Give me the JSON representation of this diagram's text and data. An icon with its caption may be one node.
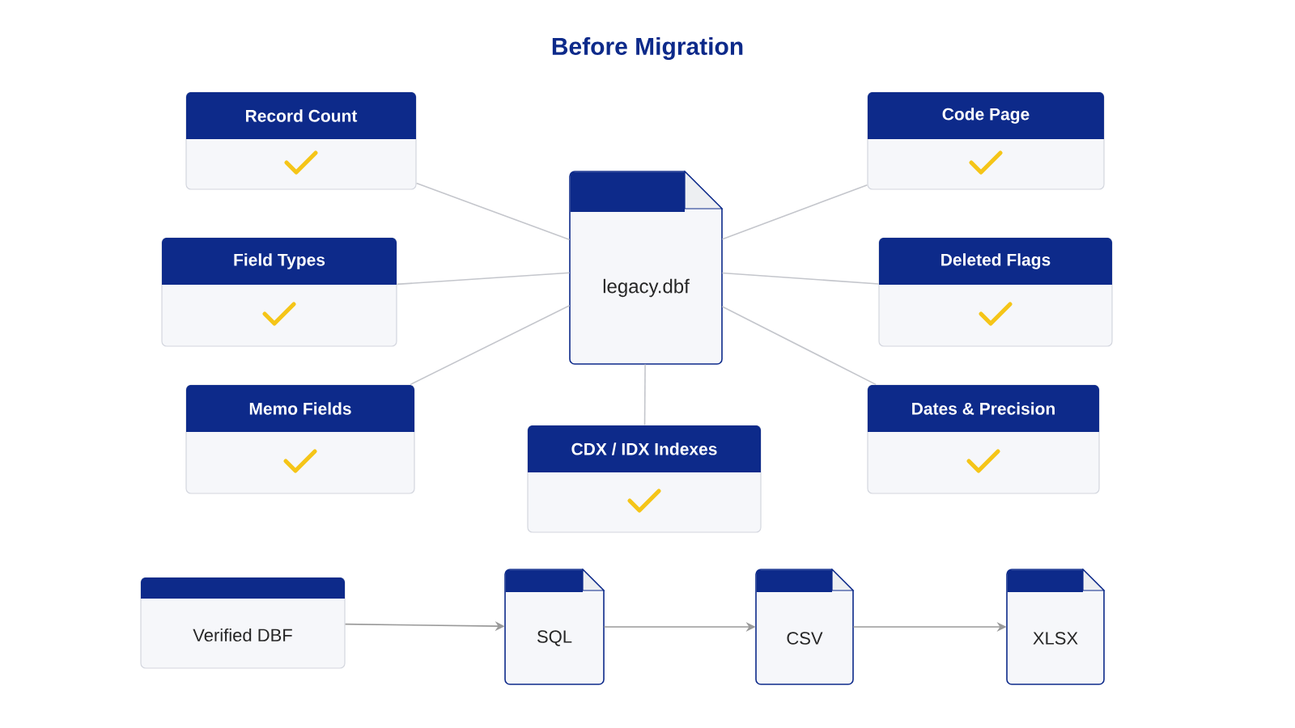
{
  "diagram": {
    "title": "Before Migration",
    "nodes": [
      {
        "text": [
          "legacy.dbf"
        ]
      },
      {
        "text": [
          "Record Count"
        ]
      },
      {
        "text": [
          "Code Page"
        ]
      },
      {
        "text": [
          "Field Types"
        ]
      },
      {
        "text": [
          "Deleted Flags"
        ]
      },
      {
        "text": [
          "Memo Fields"
        ]
      },
      {
        "text": [
          "Dates & Precision"
        ]
      },
      {
        "text": [
          "CDX / IDX Indexes"
        ]
      },
      {
        "text": [
          "Verified DBF"
        ]
      },
      {
        "text": [
          "SQL"
        ]
      },
      {
        "text": [
          "CSV"
        ]
      },
      {
        "text": [
          "XLSX"
        ]
      }
    ],
    "edges": [
      {
        "from": 1,
        "to": 0,
        "arrow": "none"
      },
      {
        "from": 2,
        "to": 0,
        "arrow": "none"
      },
      {
        "from": 3,
        "to": 0,
        "arrow": "none"
      },
      {
        "from": 4,
        "to": 0,
        "arrow": "none"
      },
      {
        "from": 5,
        "to": 0,
        "arrow": "none"
      },
      {
        "from": 6,
        "to": 0,
        "arrow": "none"
      },
      {
        "from": 7,
        "to": 0,
        "arrow": "none"
      },
      {
        "from": 8,
        "to": 9,
        "arrow": "to"
      },
      {
        "from": 9,
        "to": 10,
        "arrow": "to"
      },
      {
        "from": 10,
        "to": 11,
        "arrow": "to"
      }
    ]
  }
}
